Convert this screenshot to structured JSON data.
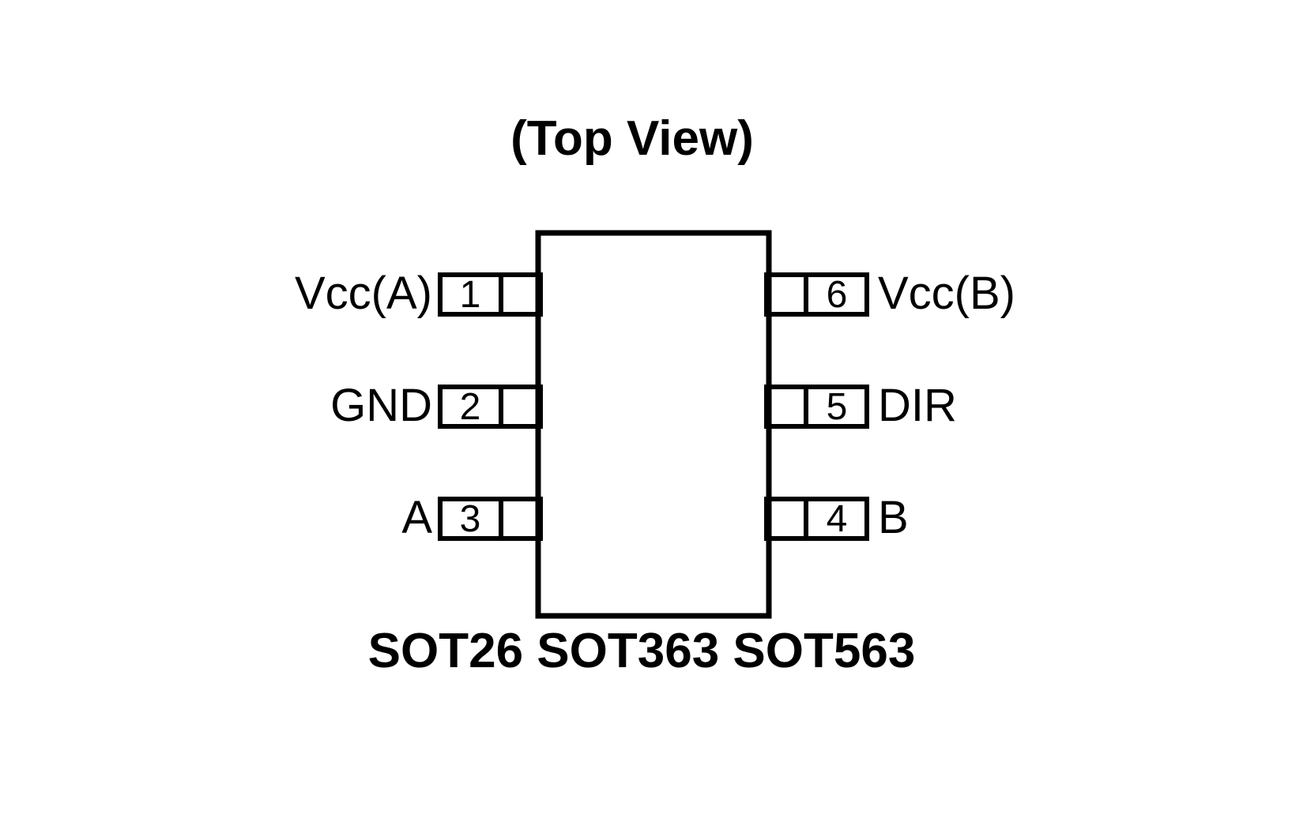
{
  "diagram": {
    "title": "(Top View)",
    "caption": "SOT26 SOT363 SOT563",
    "ink_color": "#000000",
    "background_color": "#ffffff",
    "package_body": {
      "shape": "rectangle",
      "label": ""
    },
    "pins_left": [
      {
        "number": "1",
        "label": "Vcc(A)"
      },
      {
        "number": "2",
        "label": "GND"
      },
      {
        "number": "3",
        "label": "A"
      }
    ],
    "pins_right": [
      {
        "number": "6",
        "label": "Vcc(B)"
      },
      {
        "number": "5",
        "label": "DIR"
      },
      {
        "number": "4",
        "label": "B"
      }
    ]
  }
}
